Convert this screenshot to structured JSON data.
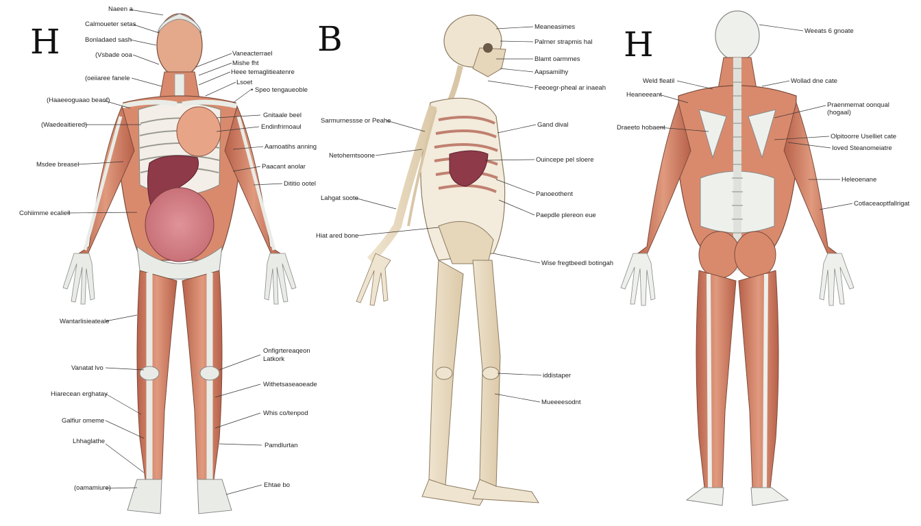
{
  "panels": [
    {
      "letter": "H"
    },
    {
      "letter": "B"
    },
    {
      "letter": "H"
    }
  ],
  "labels": {
    "front": [
      "Naeen a",
      "Calmoueter setas",
      "Bonladaed sash",
      "(Vsbade ooa",
      "(oeiiaree fanele",
      "(Haaeeoguaao beaof)",
      "(Waedeaitiered)",
      "Msdee breasel",
      "Cohiimme ecaliell",
      "Wantarlisieateale",
      "Vanatat lvo",
      "Hiarecean erghatay",
      "Galfiur omeme",
      "Lhhaglathe",
      "(oamamiure)",
      "Vaneacterrael",
      "Mishe fht",
      "Heee temaglitieatenre",
      "Lsoet",
      "• Speo tengaueoble",
      "Gnitaale beel",
      "Endinfrirnoaul",
      "Aamoatihs anning",
      "Paacant anolar",
      "Dititio ootel",
      "Onfigrtereaqeon",
      "Latkork",
      "Withetsaseaoeade",
      "Whis co/tenpod",
      "Pamdlurtan",
      "Ehtae bo"
    ],
    "side": [
      "Meaneasimes",
      "Palrner strapmis hal",
      "Blamt oarmmes",
      "Aapsamilhy",
      "Feeoegr-pheal ar inaeah",
      "Sarmurnessse or Peahe",
      "Netohemtsoone",
      "Lahgat soote",
      "Hiat ared bone",
      "Gand dival",
      "Ouincepe pel sloere",
      "Panoeothent",
      "Paepdle plereon eue",
      "Wise fregtbeedl botingah",
      "iddistaper",
      "Mueeeesodnt"
    ],
    "back": [
      "Weeats 6 gnoate",
      "Weld fleatil",
      "Heaneeeant",
      "Draeeto hobaent",
      "Wollad dne cate",
      "Praenmemat oonqual",
      "(hogaal)",
      "Olpitoorre Uselliet cate",
      "Ioved Steanomeiatre",
      "Heleoenane",
      "Cotlaceaoptfallrigat"
    ]
  },
  "colors": {
    "muscle": "#d98a6d",
    "muscle_dark": "#b8614a",
    "bone": "#e9ece6",
    "bone_side": "#e6d6ba",
    "liver": "#8e3a48",
    "stomach": "#e8a487",
    "intestine": "#d27a82",
    "skin_head": "#e5ad8e"
  }
}
